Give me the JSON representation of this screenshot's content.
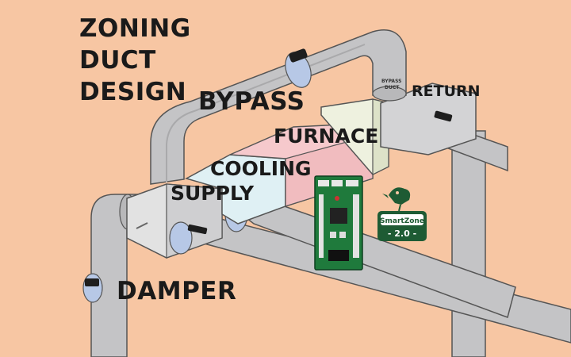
{
  "title": {
    "line1": "ZONING",
    "line2": "DUCT",
    "line3": "DESIGN"
  },
  "labels": {
    "bypass": "BYPASS",
    "bypass_duct_line1": "BYPASS",
    "bypass_duct_line2": "DUCT",
    "return": "RETURN",
    "furnace": "FURNACE",
    "cooling": "COOLING",
    "supply": "SUPPLY",
    "damper": "DAMPER"
  },
  "logo": {
    "brand": "SmartZone",
    "version": "- 2.0 -"
  },
  "colors": {
    "background": "#f7c6a3",
    "duct_grey": "#c4c4c6",
    "damper_blue": "#b7c8e6",
    "furnace_pink": "#f6c9cc",
    "cooling_blue": "#dff0f4",
    "board_green": "#1f7a3c",
    "logo_green": "#1e5b34"
  }
}
